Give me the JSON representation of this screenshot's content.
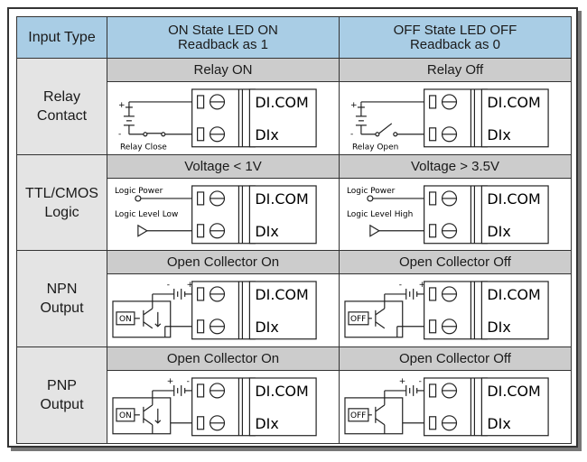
{
  "header": {
    "input_type": "Input Type",
    "on_state": [
      "ON State LED ON",
      "Readback as 1"
    ],
    "off_state": [
      "OFF State LED OFF",
      "Readback as 0"
    ]
  },
  "rows": [
    {
      "label": [
        "Relay",
        "Contact"
      ],
      "on_title": "Relay ON",
      "off_title": "Relay Off",
      "on_circuit": {
        "caption": "Relay Close",
        "plus": "+",
        "minus": "-"
      },
      "off_circuit": {
        "caption": "Relay Open",
        "plus": "+",
        "minus": "-"
      }
    },
    {
      "label": [
        "TTL/CMOS",
        "Logic"
      ],
      "on_title": "Voltage < 1V",
      "off_title": "Voltage > 3.5V",
      "on_circuit": {
        "top": "Logic Power",
        "bottom": "Logic Level Low"
      },
      "off_circuit": {
        "top": "Logic Power",
        "bottom": "Logic Level High"
      }
    },
    {
      "label": [
        "NPN",
        "Output"
      ],
      "on_title": "Open Collector On",
      "off_title": "Open Collector Off",
      "on_circuit": {
        "box": "ON",
        "plus": "+",
        "minus": "-"
      },
      "off_circuit": {
        "box": "OFF",
        "plus": "+",
        "minus": "-"
      }
    },
    {
      "label": [
        "PNP",
        "Output"
      ],
      "on_title": "Open Collector On",
      "off_title": "Open Collector Off",
      "on_circuit": {
        "box": "ON",
        "plus": "+",
        "minus": "-"
      },
      "off_circuit": {
        "box": "OFF",
        "plus": "+",
        "minus": "-"
      }
    }
  ],
  "terminal": {
    "com": "DI.COM",
    "dix": "DIx"
  },
  "icons": {
    "terminal": "screw-terminal-icon",
    "battery": "battery-icon",
    "transistor": "transistor-icon",
    "switch": "switch-icon"
  }
}
